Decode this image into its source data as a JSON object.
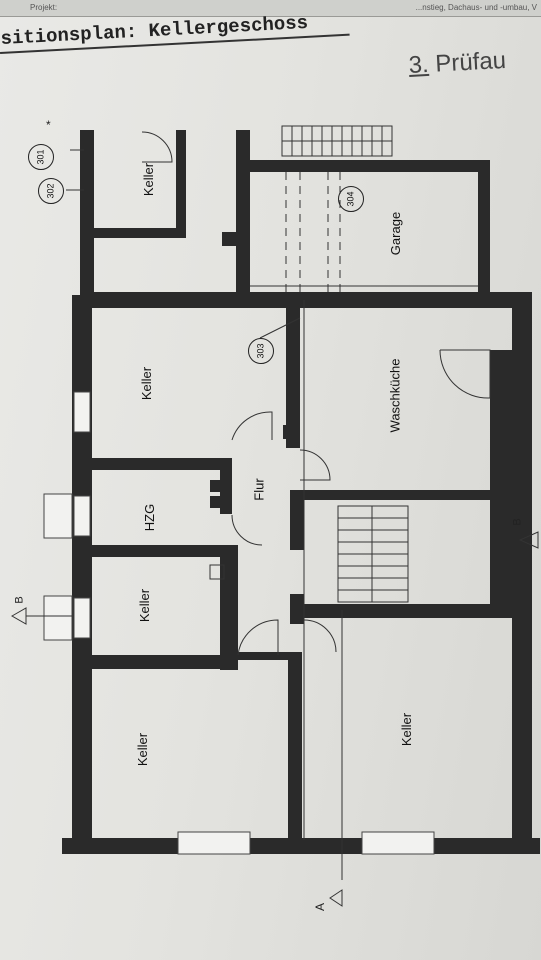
{
  "header": {
    "strip_left": "Projekt:",
    "strip_right": "...nstieg, Dachaus- und -umbau, V",
    "title": "sitionsplan:  Kellergeschoss",
    "stamp_number": "3.",
    "stamp_text": "Prüfau"
  },
  "rooms": {
    "keller_top": "Keller",
    "garage": "Garage",
    "keller_mid": "Keller",
    "waschkueche": "Waschküche",
    "flur": "Flur",
    "hzg": "HZG",
    "keller_small": "Keller",
    "keller_bottom_left": "Keller",
    "keller_bottom_right": "Keller"
  },
  "markers": {
    "c301": "301",
    "c302": "302",
    "c304": "304",
    "c303": "303",
    "section_b_right": "B",
    "section_b_left": "B",
    "section_a": "A",
    "asterisk": "*"
  }
}
